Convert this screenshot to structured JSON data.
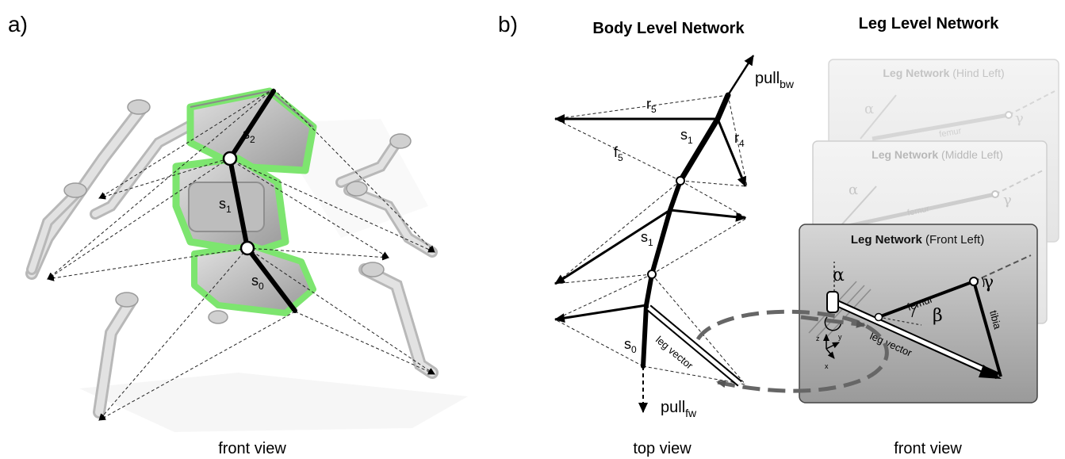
{
  "panel_a": {
    "letter": "a)",
    "segments": [
      "s",
      "s",
      "s"
    ],
    "segment_subs": [
      "2",
      "1",
      "0"
    ],
    "caption": "front view"
  },
  "panel_b": {
    "letter": "b)",
    "body_title": "Body Level Network",
    "leg_title": "Leg Level Network",
    "pull_bw": "pull",
    "pull_bw_sub": "bw",
    "pull_fw": "pull",
    "pull_fw_sub": "fw",
    "r5": "r",
    "r5_sub": "5",
    "r4": "r",
    "r4_sub": "4",
    "f5": "f",
    "f5_sub": "5",
    "s1a": "s",
    "s1a_sub": "1",
    "s1b": "s",
    "s1b_sub": "1",
    "s0": "s",
    "s0_sub": "0",
    "leg_vector": "leg vector",
    "caption_top": "top view",
    "caption_front": "front view"
  },
  "leg_cards": [
    {
      "title_bold": "Leg Network",
      "title_rest": " (Hind Left)"
    },
    {
      "title_bold": "Leg Network",
      "title_rest": " (Middle Left)"
    },
    {
      "title_bold": "Leg Network",
      "title_rest": " (Front Left)"
    }
  ],
  "leg_labels": {
    "alpha": "α",
    "beta": "β",
    "gamma": "γ",
    "femur": "femur",
    "tibia": "tibia",
    "leg_vector": "leg vector",
    "axis_z": "z",
    "axis_y": "y",
    "axis_x": "x"
  },
  "colors": {
    "accent_green": "#7de56f",
    "robot_gray": "#c8c8c8",
    "card_front_top": "#d4d4d4",
    "card_front_bottom": "#9e9e9e",
    "dashed_link": "#666666"
  }
}
